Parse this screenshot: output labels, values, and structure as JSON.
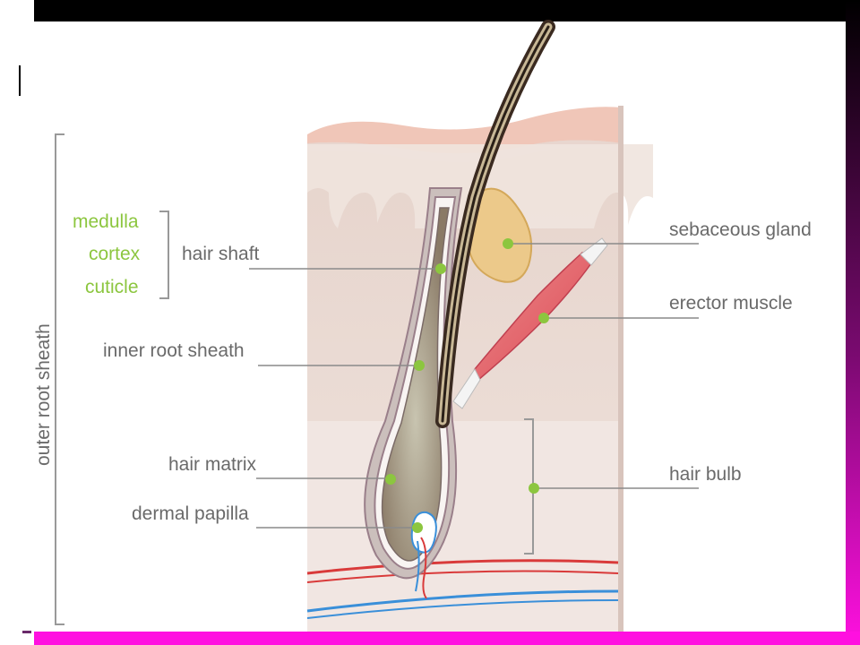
{
  "labels": {
    "medulla": "medulla",
    "cortex": "cortex",
    "cuticle": "cuticle",
    "hair_shaft": "hair shaft",
    "inner_root_sheath": "inner root sheath",
    "hair_matrix": "hair matrix",
    "dermal_papilla": "dermal papilla",
    "outer_root_sheath": "outer root sheath",
    "sebaceous_gland": "sebaceous gland",
    "erector_muscle": "erector muscle",
    "hair_bulb": "hair bulb"
  },
  "colors": {
    "label_gray": "#6a6a6a",
    "label_green": "#8cc63f",
    "dot_green": "#8cc63f",
    "frame_black": "#000000",
    "frame_magenta": "#e020c8",
    "artery_red": "#d93a3a",
    "vein_blue": "#3a8fd9"
  }
}
